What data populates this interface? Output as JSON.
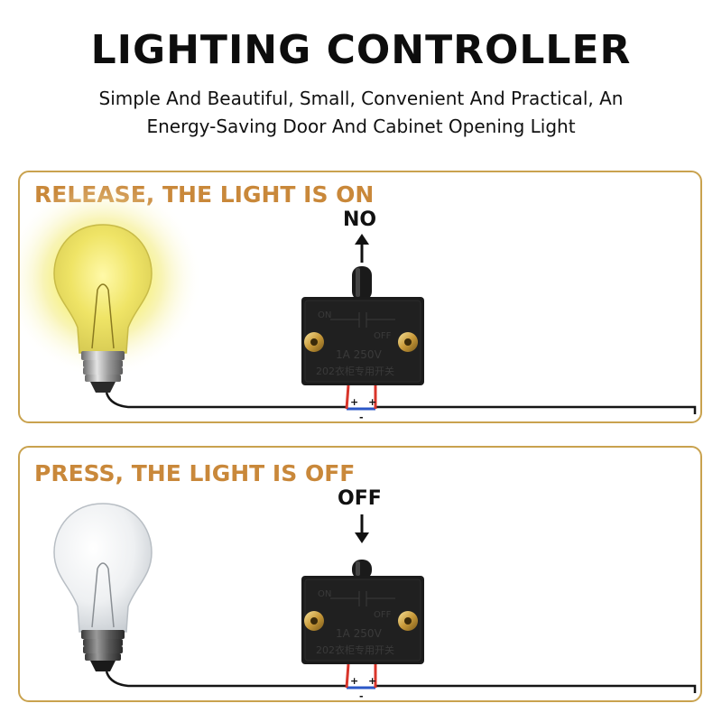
{
  "title": "LIGHTING CONTROLLER",
  "subtitle": {
    "line1": "Simple And Beautiful, Small, Convenient And Practical, An",
    "line2": "Energy-Saving Door And Cabinet Opening Light"
  },
  "panels": [
    {
      "heading": "RELEASE, THE LIGHT IS ON",
      "state_label": "NO",
      "arrow": "up",
      "bulb": "lit"
    },
    {
      "heading": "PRESS, THE LIGHT IS OFF",
      "state_label": "OFF",
      "arrow": "down",
      "bulb": "unlit"
    }
  ],
  "switch": {
    "label_on": "ON",
    "label_off": "OFF",
    "rating": "1A  250V",
    "model": "202衣柜专用开关",
    "terminal_plus": "+",
    "terminal_minus": "-"
  },
  "colors": {
    "accent_border": "#c9a24e",
    "heading": "#c9883a",
    "bulb_glow": "#f6f04a",
    "wire_positive": "#d8342a",
    "wire_negative": "#2b57c7"
  }
}
